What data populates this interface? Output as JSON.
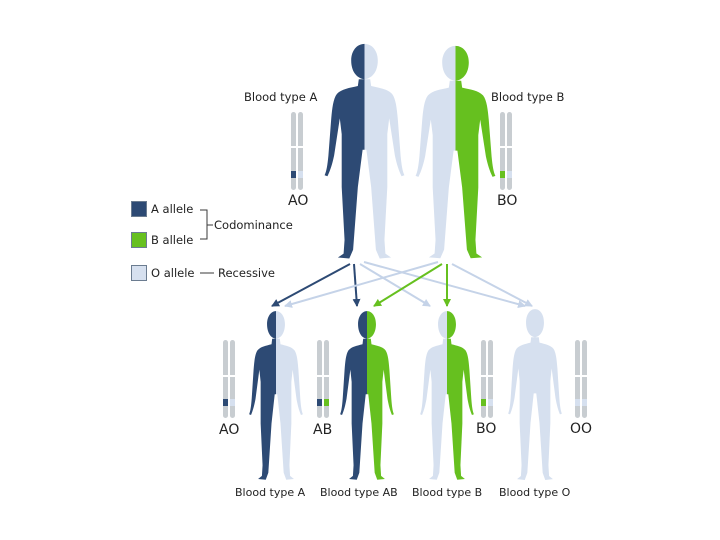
{
  "colors": {
    "a_allele": "#2d4a74",
    "b_allele": "#66c01f",
    "o_allele": "#d6e0ef",
    "chromosome": "#c8cdd1",
    "bracket": "#3a3a3a"
  },
  "parents": [
    {
      "label": "Blood type A",
      "genotype": "AO"
    },
    {
      "label": "Blood type B",
      "genotype": "BO"
    }
  ],
  "legend": {
    "a_allele": "A allele",
    "b_allele": "B allele",
    "o_allele": "O allele",
    "codominance": "Codominance",
    "recessive": "Recessive"
  },
  "children": [
    {
      "label": "Blood type A",
      "genotype": "AO"
    },
    {
      "label": "Blood type AB",
      "genotype": "AB"
    },
    {
      "label": "Blood type B",
      "genotype": "BO"
    },
    {
      "label": "Blood type O",
      "genotype": "OO"
    }
  ]
}
